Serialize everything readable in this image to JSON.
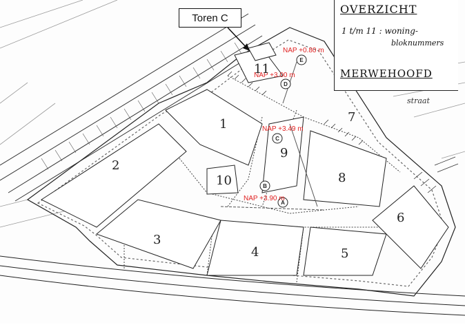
{
  "callout": {
    "label": "Toren C"
  },
  "legend": {
    "title": "OVERZICHT",
    "line1": "1 t/m 11 : woning-",
    "line2": "bloknummers",
    "project": "MERWEHOOFD"
  },
  "street_fragment": "straat",
  "nap_levels": [
    {
      "id": "E",
      "label": "NAP +0.80 m"
    },
    {
      "id": "D",
      "label": "NAP +3.00 m"
    },
    {
      "id": "C",
      "label": "NAP +3.49 m"
    },
    {
      "id": "A",
      "label": "NAP +3.90 m"
    }
  ],
  "circle_markers": [
    "E",
    "D",
    "C",
    "B",
    "A"
  ],
  "blocks": [
    "1",
    "2",
    "3",
    "4",
    "5",
    "6",
    "7",
    "8",
    "9",
    "10",
    "11"
  ],
  "colors": {
    "nap_text": "#e02020",
    "linework": "#222222"
  }
}
